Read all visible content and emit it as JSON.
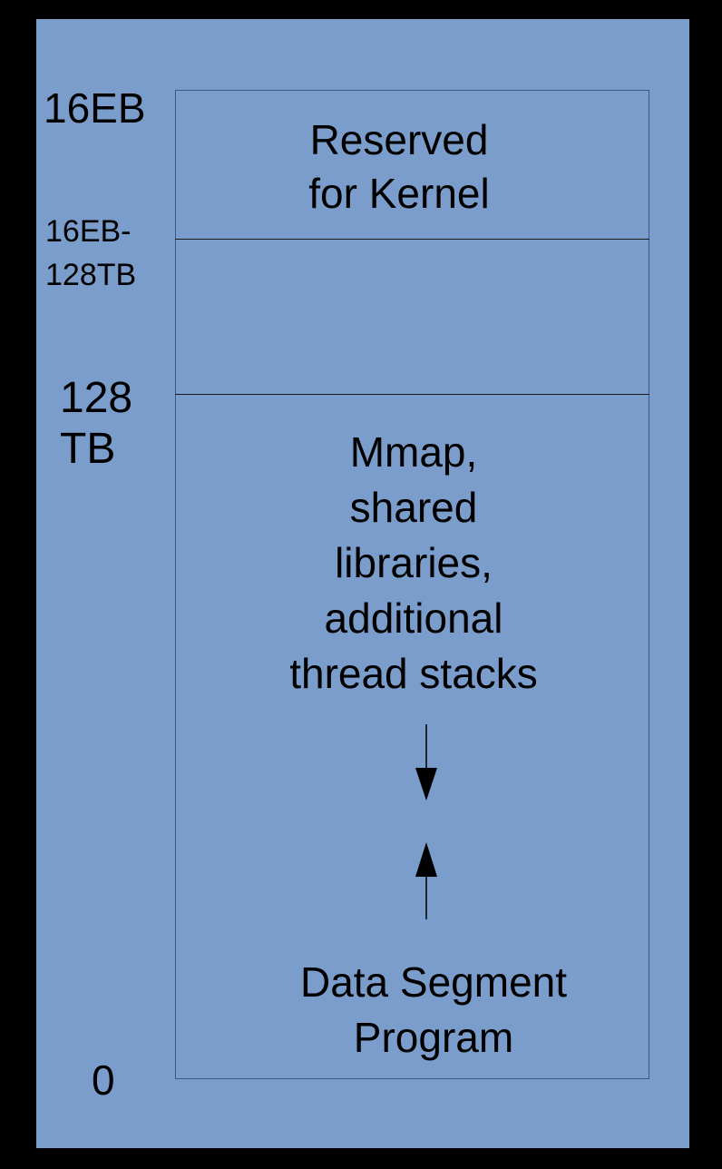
{
  "addresses": {
    "top": "16EB",
    "kernel_boundary": "16EB-\n128TB",
    "user_top": "128\nTB",
    "bottom": "0"
  },
  "regions": {
    "kernel": "Reserved\nfor Kernel",
    "gap": "",
    "mmap": "Mmap,\nshared\nlibraries,\nadditional\nthread stacks",
    "data": "Data Segment\nProgram"
  },
  "colors": {
    "page_background": "#000000",
    "diagram_background": "#7a9dcb",
    "line": "#000000"
  },
  "arrows": {
    "mmap_growth": "down-arrow",
    "data_growth": "up-arrow"
  }
}
